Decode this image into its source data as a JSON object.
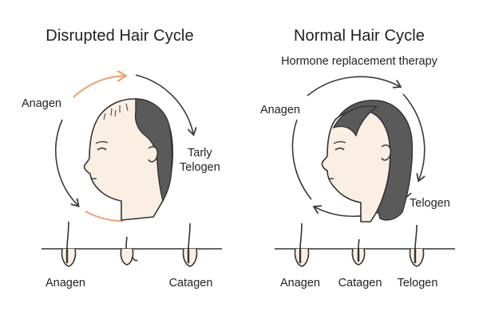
{
  "left": {
    "title": "Disrupted Hair Cycle",
    "labels": {
      "anagen": "Anagen",
      "tarly": "Tarly",
      "telogen": "Telogen"
    },
    "bottom": [
      "Anagen",
      "Catagen"
    ]
  },
  "right": {
    "title": "Normal Hair Cycle",
    "subtitle": "Hormone replacement therapy",
    "labels": {
      "anagen": "Anagen",
      "telogen": "Telogen"
    },
    "bottom": [
      "Anagen",
      "Catagen",
      "Telogen"
    ]
  },
  "colors": {
    "accent": "#f0a070",
    "line": "#3a3a3a",
    "skin": "#fbeee3",
    "hair": "#5a5a5a"
  }
}
